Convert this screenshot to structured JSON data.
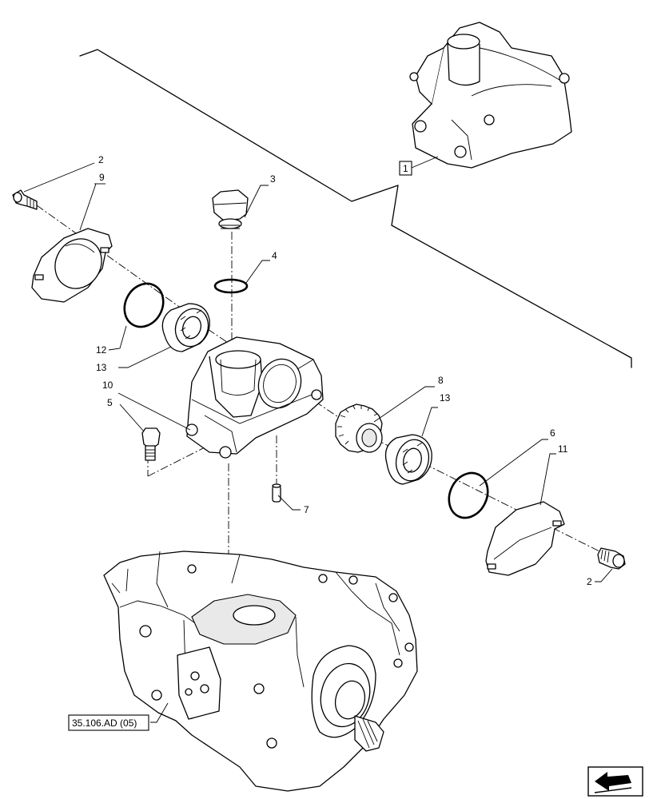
{
  "callouts": {
    "c1": "1",
    "c2a": "2",
    "c2b": "2",
    "c3": "3",
    "c4": "4",
    "c5": "5",
    "c6": "6",
    "c7": "7",
    "c8": "8",
    "c9": "9",
    "c10": "10",
    "c11": "11",
    "c12": "12",
    "c13a": "13",
    "c13b": "13"
  },
  "reference": {
    "pump_ref": "35.106.AD (05)"
  },
  "icons": {
    "nav": "next-page-arrow-icon"
  }
}
